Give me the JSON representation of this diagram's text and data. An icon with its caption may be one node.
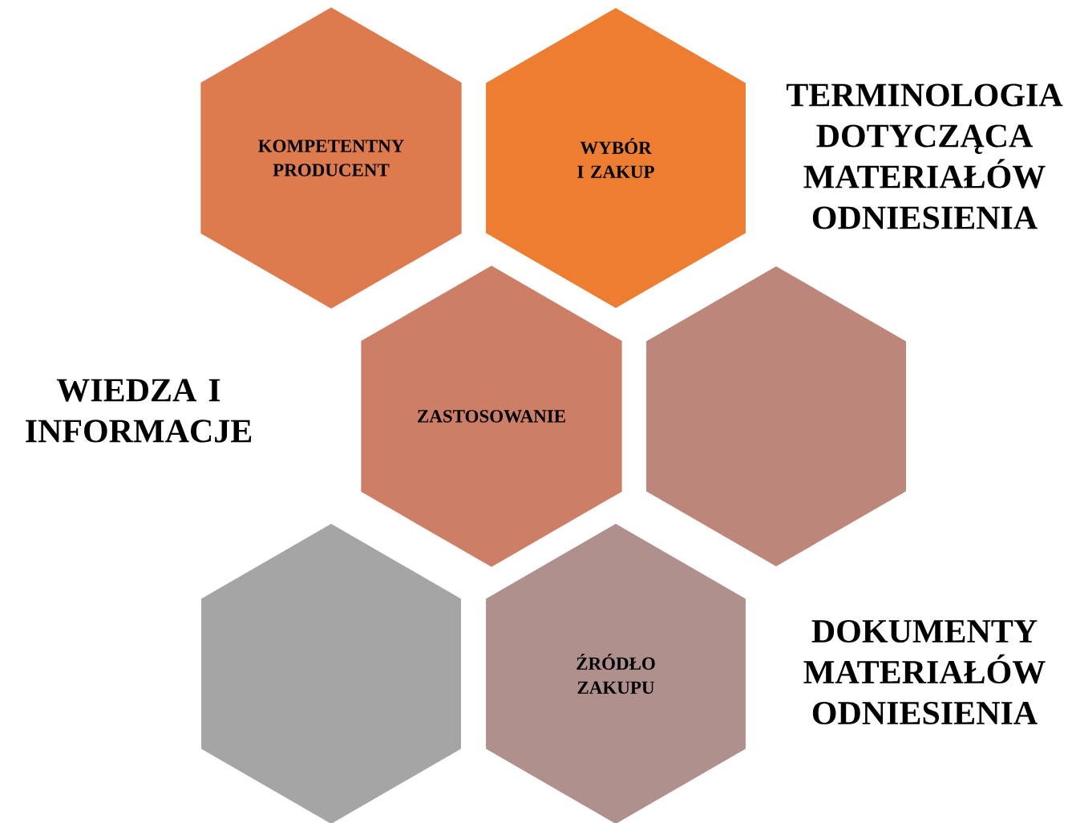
{
  "diagram": {
    "nodes": [
      {
        "text": [
          "KOMPETENTNY PRODUCENT"
        ]
      },
      {
        "text": [
          "WYBÓR I ZAKUP"
        ]
      },
      {
        "text": [
          "ZASTOSOWANIE"
        ]
      },
      {
        "text": [],
        "shape": "hexagon"
      },
      {
        "text": [],
        "shape": "hexagon"
      },
      {
        "text": [
          "ŹRÓDŁO ZAKUPU"
        ]
      }
    ],
    "labels": [
      "TERMINOLOGIA DOTYCZĄCA MATERIAŁÓW ODNIESIENIA",
      "WIEDZA I INFORMACJE",
      "DOKUMENTY MATERIAŁÓW ODNIESIENIA"
    ]
  }
}
